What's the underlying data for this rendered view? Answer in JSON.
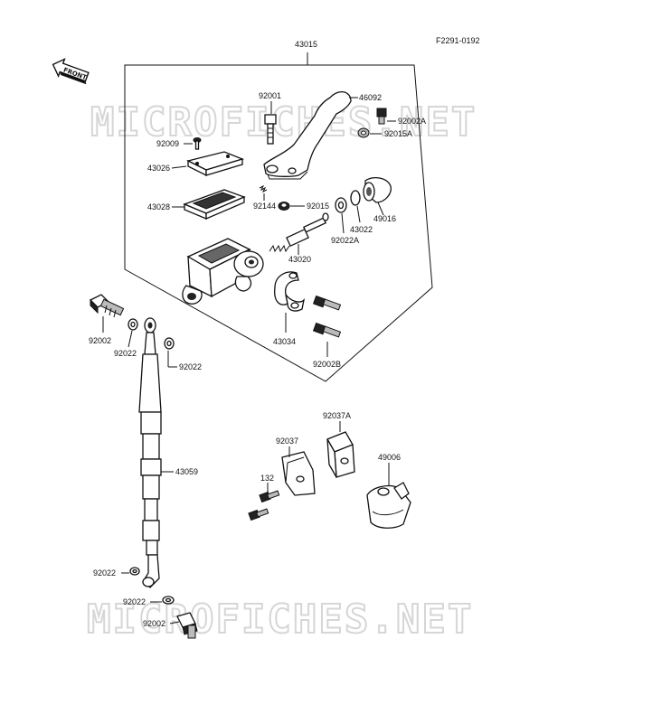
{
  "drawing_code": "F2291-0192",
  "front_label": "FRONT",
  "watermark": "MICROFICHES.NET",
  "labels": {
    "p43015": "43015",
    "p92001": "92001",
    "p46092": "46092",
    "p92002A": "92002A",
    "p92015A": "92015A",
    "p92009": "92009",
    "p43026": "43026",
    "p43028": "43028",
    "p92144": "92144",
    "p92015": "92015",
    "p49016": "49016",
    "p43022": "43022",
    "p92022A": "92022A",
    "p43020": "43020",
    "p43034": "43034",
    "p92002B": "92002B",
    "p92002_top": "92002",
    "p92022_a": "92022",
    "p92022_b": "92022",
    "p43059": "43059",
    "p92037A": "92037A",
    "p92037": "92037",
    "p132": "132",
    "p49006": "49006",
    "p92022_c": "92022",
    "p92022_d": "92022",
    "p92002_bottom": "92002"
  }
}
